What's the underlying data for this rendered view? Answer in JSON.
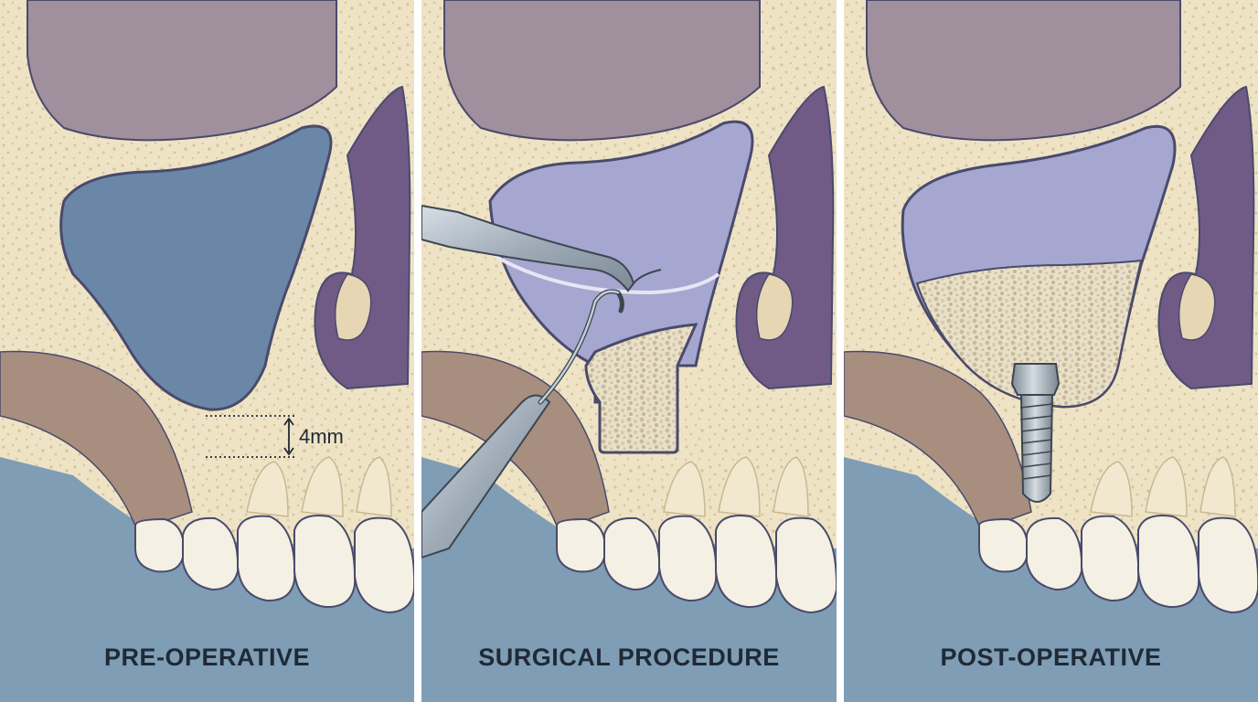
{
  "panels": [
    {
      "caption": "PRE-OPERATIVE"
    },
    {
      "caption": "SURGICAL PROCEDURE"
    },
    {
      "caption": "POST-OPERATIVE"
    }
  ],
  "measurement": {
    "label": "4mm"
  },
  "colors": {
    "bone": "#efe3c5",
    "pores": "#d6c5a0",
    "skull_cavity": "#a08f9d",
    "sinus_pre": "#6a87a8",
    "sinus_membrane": "#a6a7d0",
    "nasal_purple": "#6f5b86",
    "soft_tissue": "#7f9db5",
    "gum": "#a88e7e",
    "tooth": "#f4f0e3",
    "graft": "#ddd2b8",
    "instrument": "#a9b6c1",
    "implant": "#a5b0ba",
    "outline": "#4a4a6c"
  },
  "icons": [
    "periosteal-elevator-icon",
    "curette-icon",
    "dental-implant-icon"
  ]
}
